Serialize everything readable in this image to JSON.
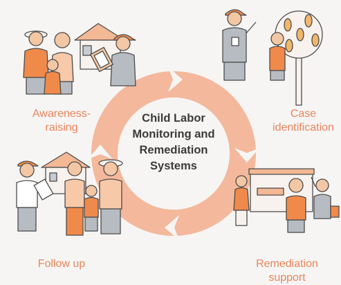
{
  "center_title_lines": [
    "Child Labor",
    "Monitoring and",
    "Remediation",
    "Systems"
  ],
  "stages": [
    {
      "lines": [
        "Awareness-",
        "raising"
      ]
    },
    {
      "lines": [
        "Case",
        "identification"
      ]
    },
    {
      "lines": [
        "Remediation",
        "support"
      ]
    },
    {
      "lines": [
        "Follow up"
      ]
    }
  ],
  "colors": {
    "background": "#f6f5f4",
    "ring": "#f4b89d",
    "ring_gap": "#f6f5f4",
    "stage_label": "#e8845a",
    "title": "#3a3a3a",
    "accent_orange": "#f08a4b",
    "skin": "#f3c7a4",
    "outline": "#4a4a4a",
    "house_roof": "#f3b894",
    "house_wall": "#f7f2ee",
    "grey_clothes": "#b7bcc2"
  },
  "icons": [
    "awareness-group-illustration",
    "case-identification-illustration",
    "remediation-support-illustration",
    "follow-up-illustration",
    "cycle-arrow-icon"
  ]
}
